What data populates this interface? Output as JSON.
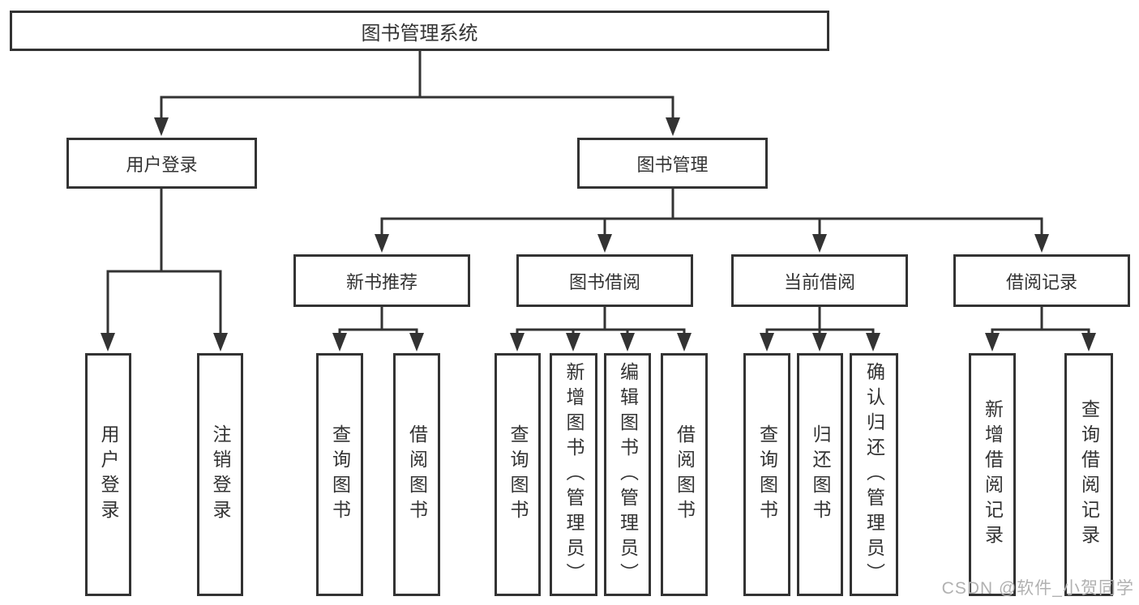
{
  "title": "图书管理系统",
  "level2": {
    "user_login": "用户登录",
    "book_management": "图书管理"
  },
  "level3": {
    "recommend": "新书推荐",
    "borrow": "图书借阅",
    "current": "当前借阅",
    "records": "借阅记录"
  },
  "leaves": {
    "login": [
      "用户登录",
      "注销登录"
    ],
    "recommend": [
      "查询图书",
      "借阅图书"
    ],
    "borrow": [
      "查询图书",
      "新增图书（管理员）",
      "编辑图书（管理员）",
      "借阅图书"
    ],
    "current": [
      "查询图书",
      "归还图书",
      "确认归还（管理员）"
    ],
    "records": [
      "新增借阅记录",
      "查询借阅记录"
    ]
  },
  "watermark": "CSDN @软件_小贺同学",
  "colors": {
    "line": "#333333",
    "border": "#333333",
    "text": "#333333",
    "watermark": "#b1b1b1",
    "background": "#ffffff"
  }
}
